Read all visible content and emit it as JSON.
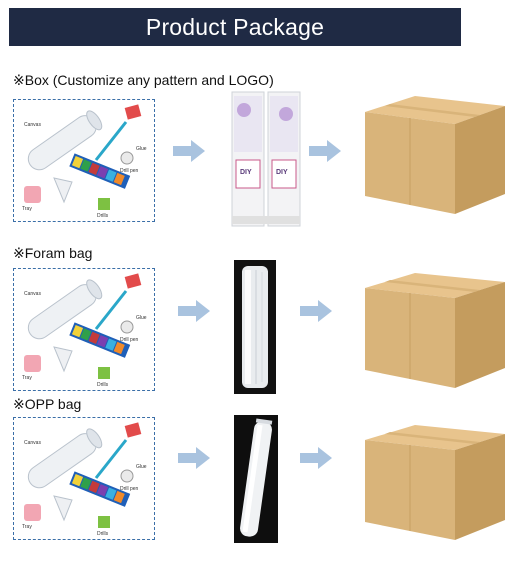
{
  "header": {
    "title": "Product Package"
  },
  "sections": [
    {
      "label": "※Box (Customize any pattern and LOGO)",
      "kit_labels": {
        "canvas": "Canvas",
        "glue": "Glue",
        "drill_pen": "Drill pen",
        "tray": "Tray",
        "drills": "Drills"
      },
      "package_text": {
        "left": "DIY",
        "right": "DIY"
      }
    },
    {
      "label": "※Foram bag",
      "kit_labels": {
        "canvas": "Canvas",
        "glue": "Glue",
        "drill_pen": "Drill pen",
        "tray": "Tray",
        "drills": "Drills"
      }
    },
    {
      "label": "※OPP bag",
      "kit_labels": {
        "canvas": "Canvas",
        "glue": "Glue",
        "drill_pen": "Drill pen",
        "tray": "Tray",
        "drills": "Drills"
      }
    }
  ],
  "colors": {
    "header_bg": "#1f2a44",
    "header_text": "#ffffff",
    "kit_border": "#3b6fa8",
    "arrow": "#a9c3df",
    "carton": "#d9b47a"
  },
  "icons": [
    "right-arrow-icon",
    "carton-box-icon"
  ]
}
